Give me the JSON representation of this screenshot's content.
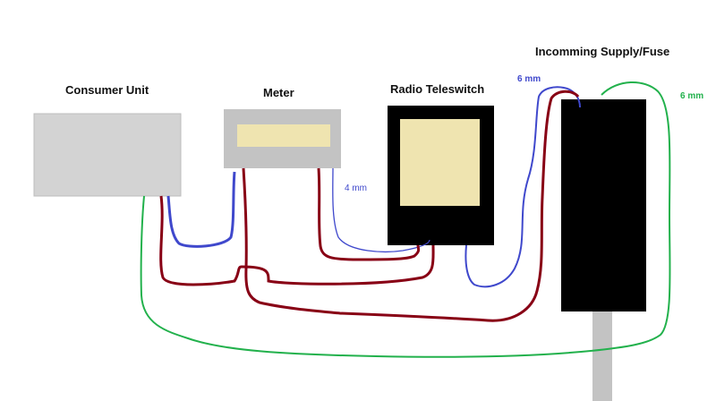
{
  "labels": {
    "consumer_unit": "Consumer Unit",
    "meter": "Meter",
    "teleswitch": "Radio Teleswitch",
    "supply": "Incomming Supply/Fuse"
  },
  "annotations": {
    "six_mm_left": "6  mm",
    "six_mm_right": "6 mm",
    "four_mm": "4 mm"
  },
  "colors": {
    "background": "#ffffff",
    "consumer_unit": "#d3d3d3",
    "meter_body": "#c3c3c3",
    "meter_display": "#efe4b0",
    "teleswitch_body": "#000000",
    "teleswitch_panel": "#efe4b0",
    "supply_body": "#000000",
    "incoming_cable": "#c3c3c3",
    "live_wire": "#880015",
    "neutral_wire": "#3f48cc",
    "earth_wire": "#22b14c",
    "annotation_blue": "#3f48cc",
    "annotation_green": "#22b14c"
  }
}
